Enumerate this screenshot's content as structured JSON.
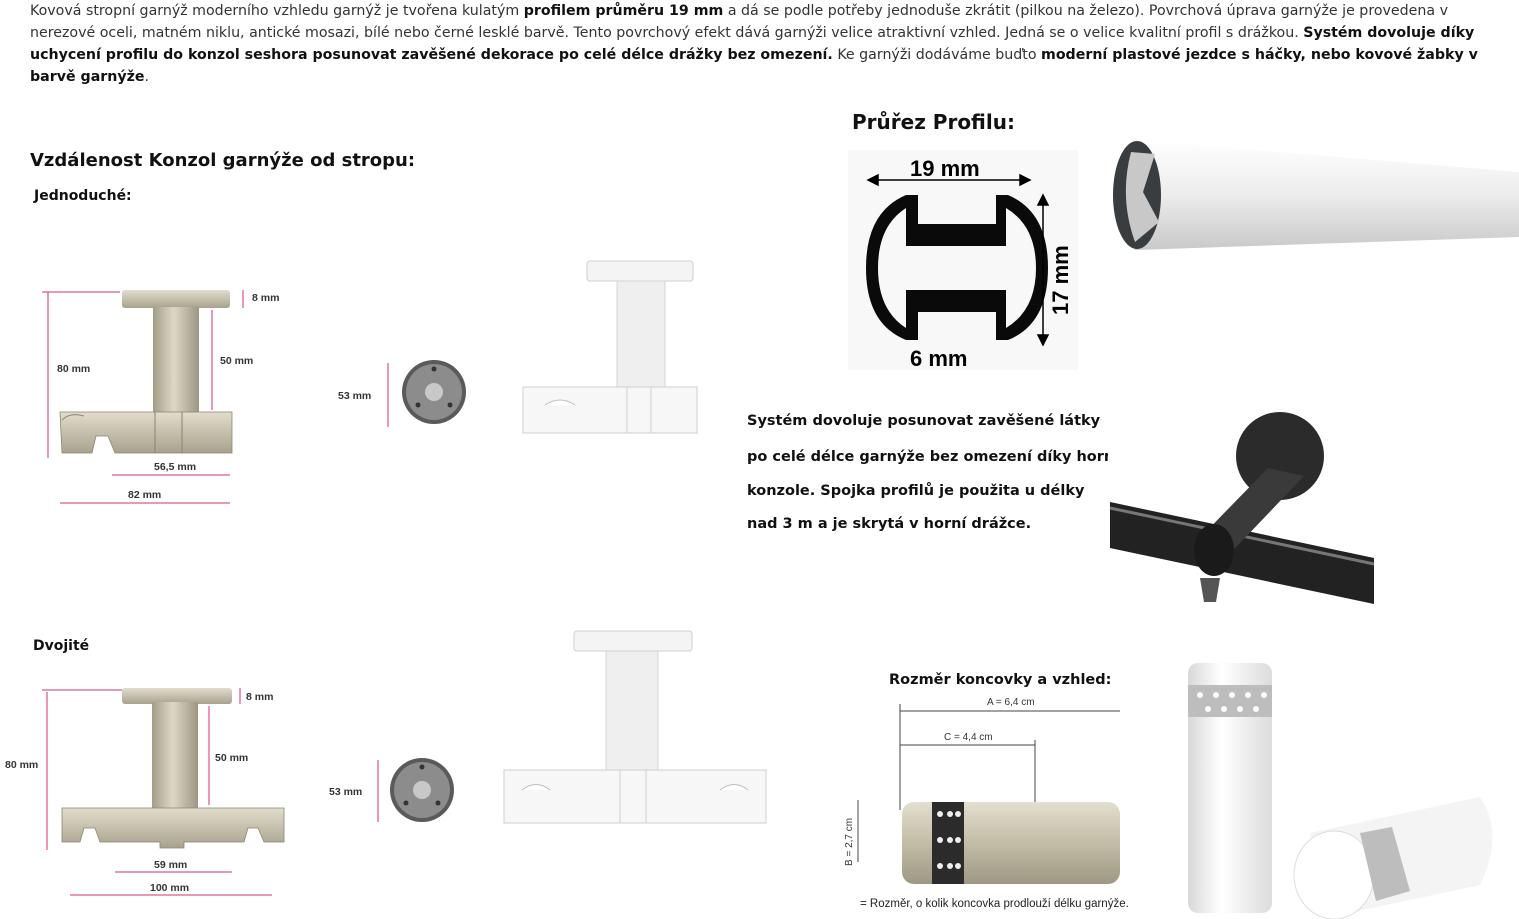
{
  "intro": {
    "p1": "Kovová stropní garnýž moderního vzhledu garnýž je tvořena kulatým ",
    "b1": "profilem průměru 19 mm",
    "p2": " a dá se podle potřeby jednoduše zkrátit (pilkou na železo). Povrchová úprava garnýže je provedena v nerezové oceli, matném niklu, antické mosazi, bílé nebo černé lesklé barvě. Tento povrchový efekt dává garnýži velice atraktivní vzhled. Jedná se o velice kvalitní profil s drážkou. ",
    "b2": "Systém dovoluje díky uchycení profilu do konzol seshora posunovat zavěšené dekorace po celé délce drážky bez omezení.",
    "p3": " Ke garnýži dodáváme buďto ",
    "b3": "moderní plastové jezdce s háčky, nebo kovové žabky v barvě garnýže",
    "p4": "."
  },
  "brackets": {
    "heading": "Vzdálenost Konzol garnýže od stropu:",
    "single_label": "Jednoduché:",
    "double_label": "Dvojité",
    "single_dims": {
      "top": "8 mm",
      "height": "80 mm",
      "stem": "50 mm",
      "inner": "56,5 mm",
      "outer": "82 mm",
      "plate": "53 mm"
    },
    "double_dims": {
      "top": "8 mm",
      "height": "80 mm",
      "stem": "50 mm",
      "inner": "59 mm",
      "outer": "100 mm",
      "plate": "53 mm"
    }
  },
  "profile": {
    "heading": "Průřez Profilu:",
    "width": "19 mm",
    "height": "17 mm",
    "slot": "6 mm"
  },
  "system": {
    "line1": "Systém dovoluje posunovat zavěšené látky",
    "line2": "po celé délce garnýže bez omezení díky hornímu uchycení",
    "line3": "konzole. Spojka profilů je použita u délky",
    "line4": " nad 3 m a je skrytá v horní drážce."
  },
  "endcap": {
    "heading": "Rozměr koncovky a vzhled:",
    "a": "A = 6,4 cm",
    "c": "C = 4,4 cm",
    "b": "B = 2,7 cm",
    "caption_letter": "C",
    "caption": " = Rozměr, o kolik koncovka prodlouží délku garnýže."
  },
  "colors": {
    "nickel": "#c9c3b0",
    "white": "#f7f7f7",
    "black": "#1c1c1c",
    "dimline": "#d2336b"
  }
}
